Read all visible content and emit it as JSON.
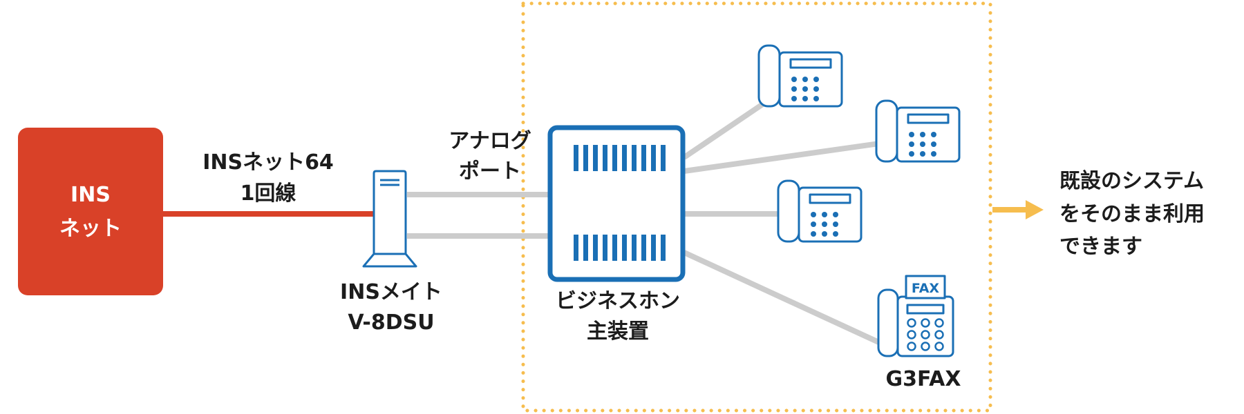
{
  "colors": {
    "ins_red": "#d94128",
    "device_blue": "#1a6fb5",
    "line_gray": "#cccccc",
    "highlight_orange": "#f6bd4e",
    "text": "#1c1c1c"
  },
  "ins_net": {
    "line1": "INS",
    "line2": "ネット"
  },
  "trunk_label": {
    "line1": "INSネット64",
    "line2": "1回線"
  },
  "dsu": {
    "line1": "INSメイト",
    "line2": "V-8DSU"
  },
  "analog_port": {
    "line1": "アナログ",
    "line2": "ポート"
  },
  "pbx": {
    "line1": "ビジネスホン",
    "line2": "主装置"
  },
  "fax": {
    "label": "G3FAX",
    "badge": "FAX"
  },
  "result": {
    "line1": "既設のシステム",
    "line2": "をそのまま利用",
    "line3": "できます"
  },
  "icons": [
    "ins-net-box",
    "dsu-tower-icon",
    "pbx-unit-icon",
    "telephone-icon",
    "fax-machine-icon",
    "arrow-right-icon"
  ]
}
